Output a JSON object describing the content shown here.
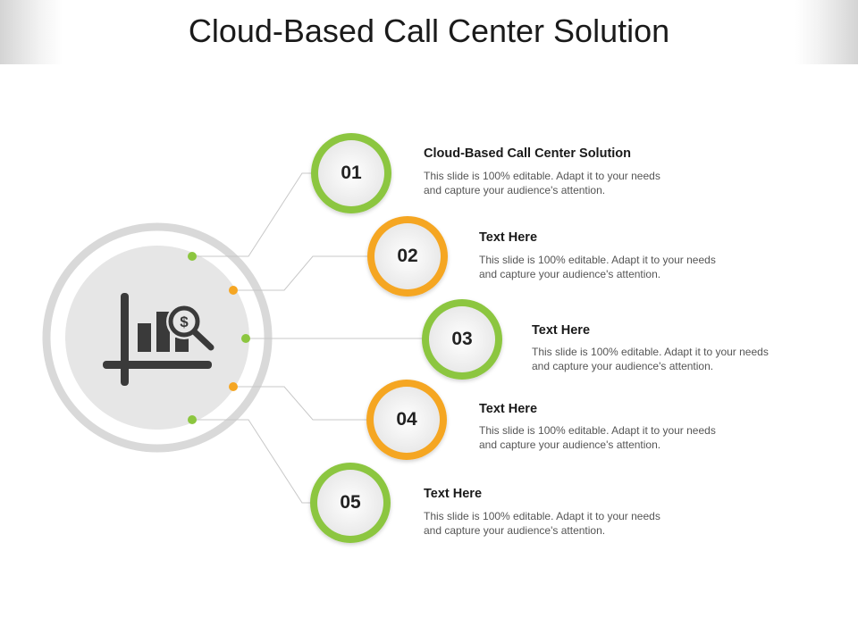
{
  "title": "Cloud-Based Call Center Solution",
  "colors": {
    "green": "#8cc63f",
    "orange": "#f5a623",
    "ring": "#d9d9d9",
    "icon": "#3a3a3a"
  },
  "center_icon": "bar-chart-dollar-magnifier-icon",
  "items": [
    {
      "number": "01",
      "title": "Cloud-Based Call Center Solution",
      "desc1": "This slide is 100% editable. Adapt it to your needs",
      "desc2": "and capture your audience's attention.",
      "color": "green"
    },
    {
      "number": "02",
      "title": "Text Here",
      "desc1": "This slide is 100% editable. Adapt it to your needs",
      "desc2": "and capture your audience's attention.",
      "color": "orange"
    },
    {
      "number": "03",
      "title": "Text Here",
      "desc1": "This slide is 100% editable. Adapt it to your needs",
      "desc2": "and capture your audience's attention.",
      "color": "green"
    },
    {
      "number": "04",
      "title": "Text Here",
      "desc1": "This slide is 100% editable. Adapt it to your needs",
      "desc2": "and capture your audience's attention.",
      "color": "orange"
    },
    {
      "number": "05",
      "title": "Text Here",
      "desc1": "This slide is 100% editable. Adapt it to your needs",
      "desc2": "and capture your audience's attention.",
      "color": "green"
    }
  ]
}
